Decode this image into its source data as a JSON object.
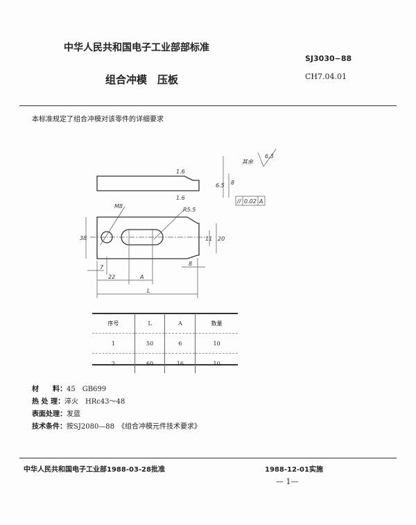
{
  "header": {
    "org_standard": "中华人民共和国电子工业部部标准",
    "code": "SJ3030−88",
    "title": "组合冲模　压板",
    "class_code": "CH7.04.01"
  },
  "intro": "本标准规定了组合冲模对该零件的详细要求",
  "drawing": {
    "roughness_rest": "其余",
    "roughness_rest_value": "6.3",
    "roughness_top": "1.6",
    "roughness_bottom": "1.6",
    "dim_6_5": "6.5",
    "dim_8": "8",
    "tolerance_symbol": "//",
    "tolerance_value": "0.02",
    "datum": "A",
    "thread": "M8",
    "radius": "R5.5",
    "dim_38": "38",
    "dim_11": "11",
    "dim_20": "20",
    "dim_7": "7",
    "dim_22": "22",
    "dim_A": "A",
    "dim_L": "L",
    "dim_8b": "8"
  },
  "table": {
    "headers": [
      "序号",
      "L",
      "A",
      "数量"
    ],
    "rows": [
      [
        "1",
        "50",
        "6",
        "10"
      ],
      [
        "2",
        "60",
        "16",
        "10"
      ]
    ]
  },
  "specs": [
    {
      "label": "材　　料：",
      "value": "45　GB699"
    },
    {
      "label": "热 处 理：",
      "value": "淬火　HRc43～48"
    },
    {
      "label": "表面处理：",
      "value": "发蓝"
    },
    {
      "label": "技术条件：",
      "value": "按SJ2080—88　《组合冲模元件技术要求》"
    }
  ],
  "footer": {
    "approval": "中华人民共和国电子工业部1988-03-28批准",
    "effective": "1988-12-01实施",
    "page": "— 1—"
  }
}
